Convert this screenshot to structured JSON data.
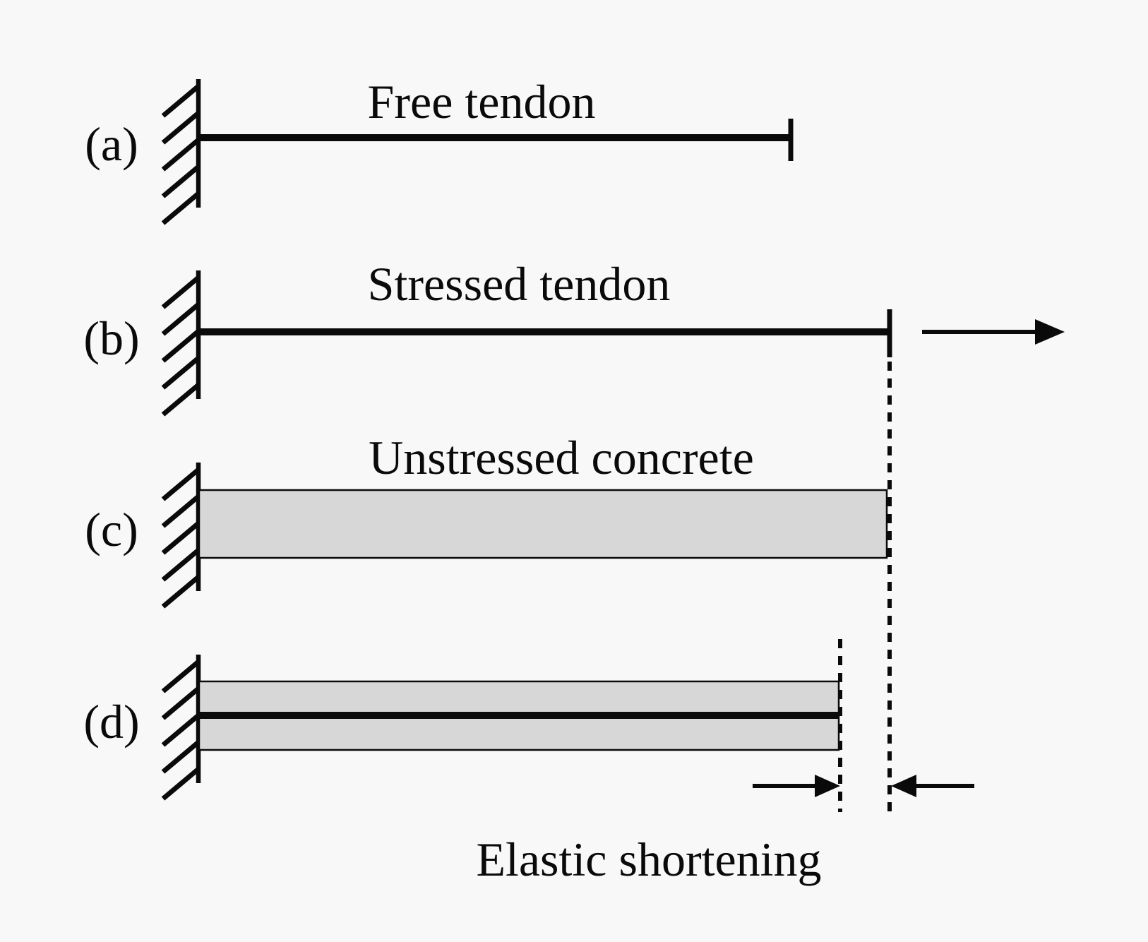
{
  "figure": {
    "background_color": "#f8f8f8",
    "ink_color": "#0a0a0a",
    "concrete_fill_color": "#d7d7d7",
    "panels": [
      {
        "id": "a",
        "label": "(a)",
        "caption": "Free tendon"
      },
      {
        "id": "b",
        "label": "(b)",
        "caption": "Stressed tendon"
      },
      {
        "id": "c",
        "label": "(c)",
        "caption": "Unstressed concrete"
      },
      {
        "id": "d",
        "label": "(d)",
        "caption": ""
      }
    ],
    "annotation": {
      "label": "Elastic shortening"
    }
  }
}
